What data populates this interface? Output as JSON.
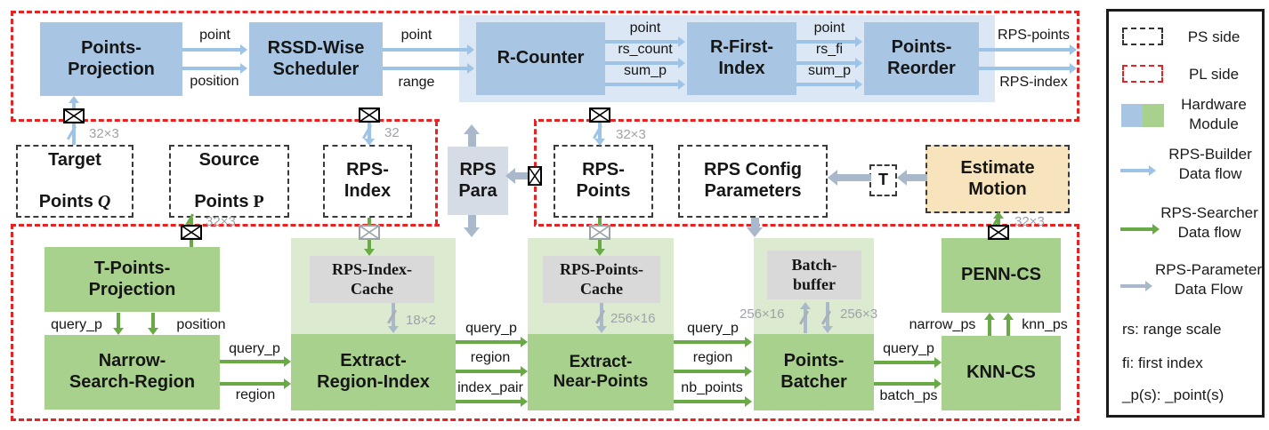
{
  "blocks": {
    "points_projection": "Points-\nProjection",
    "rssd_scheduler": "RSSD-Wise\nScheduler",
    "r_counter": "R-Counter",
    "r_first_index": "R-First-\nIndex",
    "points_reorder": "Points-\nReorder",
    "target_points": {
      "line1": "Target",
      "line2": "Points",
      "symbol": "Q"
    },
    "source_points": {
      "line1": "Source",
      "line2": "Points",
      "symbol": "P"
    },
    "rps_index": "RPS-\nIndex",
    "rps_para": "RPS\nPara",
    "rps_points": "RPS-\nPoints",
    "rps_config": "RPS Config\nParameters",
    "transform_t": "T",
    "estimate_motion": "Estimate\nMotion",
    "t_points_projection": "T-Points-\nProjection",
    "narrow_search_region": "Narrow-\nSearch-Region",
    "rps_index_cache": "RPS-Index-\nCache",
    "extract_region_index": "Extract-\nRegion-Index",
    "rps_points_cache": "RPS-Points-\nCache",
    "extract_near_points": "Extract-\nNear-Points",
    "batch_buffer": "Batch-\nbuffer",
    "points_batcher": "Points-\nBatcher",
    "penn_cs": "PENN-CS",
    "knn_cs": "KNN-CS"
  },
  "flows": {
    "pp_to_rssd": [
      "point",
      "position"
    ],
    "rssd_to_rcounter": [
      "point",
      "range"
    ],
    "rcounter_to_rfirstindex": [
      "point",
      "rs_count",
      "sum_p"
    ],
    "rfirstindex_to_pointsreorder": [
      "point",
      "rs_fi",
      "sum_p"
    ],
    "pointsreorder_out": [
      "RPS-points",
      "RPS-index"
    ],
    "tpp_to_nsr": [
      "query_p",
      "position"
    ],
    "nsr_to_eri": [
      "query_p",
      "region"
    ],
    "eri_to_enp": [
      "query_p",
      "region",
      "index_pair"
    ],
    "enp_to_pb": [
      "query_p",
      "region",
      "nb_points"
    ],
    "pb_to_knn": [
      "query_p",
      "batch_ps"
    ],
    "knn_to_penn": [
      "narrow_ps",
      "knn_ps"
    ]
  },
  "bus_widths": {
    "target": "32×3",
    "rps_index": "32",
    "rps_points": "32×3",
    "source": "32×3",
    "index_cache": "18×2",
    "points_cache": "256×16",
    "batch_in": "256×16",
    "batch_out": "256×3",
    "penn_out": "32×3"
  },
  "legend": {
    "items": [
      {
        "label": "PS side",
        "swatch": "ps-dashed"
      },
      {
        "label": "PL side",
        "swatch": "pl-dashed"
      },
      {
        "label": "Hardware\nModule",
        "swatch": "hardware-module"
      },
      {
        "label": "RPS-Builder\nData flow",
        "swatch": "blue-arrow"
      },
      {
        "label": "RPS-Searcher\nData flow",
        "swatch": "green-arrow"
      },
      {
        "label": "RPS-Parameter\nData Flow",
        "swatch": "gray-arrow"
      }
    ],
    "abbreviations": [
      "rs: range scale",
      "fi: first index",
      "_p(s): _point(s)"
    ]
  },
  "colors": {
    "blue_module": "#a8c6e4",
    "blue_container": "#dbe7f4",
    "blue_arrow": "#9dc3e6",
    "green_module": "#a9d18e",
    "green_container": "#dcebd0",
    "green_arrow": "#6aaa46",
    "gray_cache": "#d9d9d9",
    "parameter_arrow": "#aab8cb",
    "para_box": "#d6dce5",
    "estimate_motion_box": "#f7e4bc",
    "pl_border": "#e62222",
    "ps_border": "#3a3a3a",
    "bus_label": "#9da3a8"
  }
}
